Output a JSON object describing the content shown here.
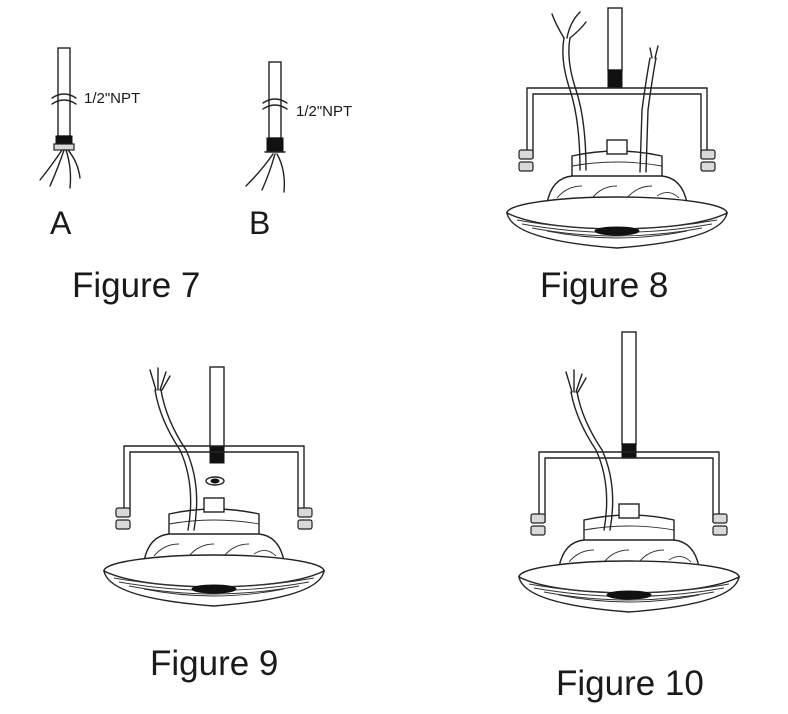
{
  "figures": {
    "fig7": {
      "caption": "Figure 7",
      "part_a": {
        "letter": "A",
        "thread_label": "1/2\"NPT"
      },
      "part_b": {
        "letter": "B",
        "thread_label": "1/2\"NPT"
      }
    },
    "fig8": {
      "caption": "Figure 8"
    },
    "fig9": {
      "caption": "Figure 9"
    },
    "fig10": {
      "caption": "Figure 10"
    }
  },
  "icons": {
    "pipe": "conduit-pipe-icon",
    "fixture": "ufo-high-bay-light-icon",
    "wires": "electrical-wires-icon",
    "nut": "lock-nut-icon"
  }
}
